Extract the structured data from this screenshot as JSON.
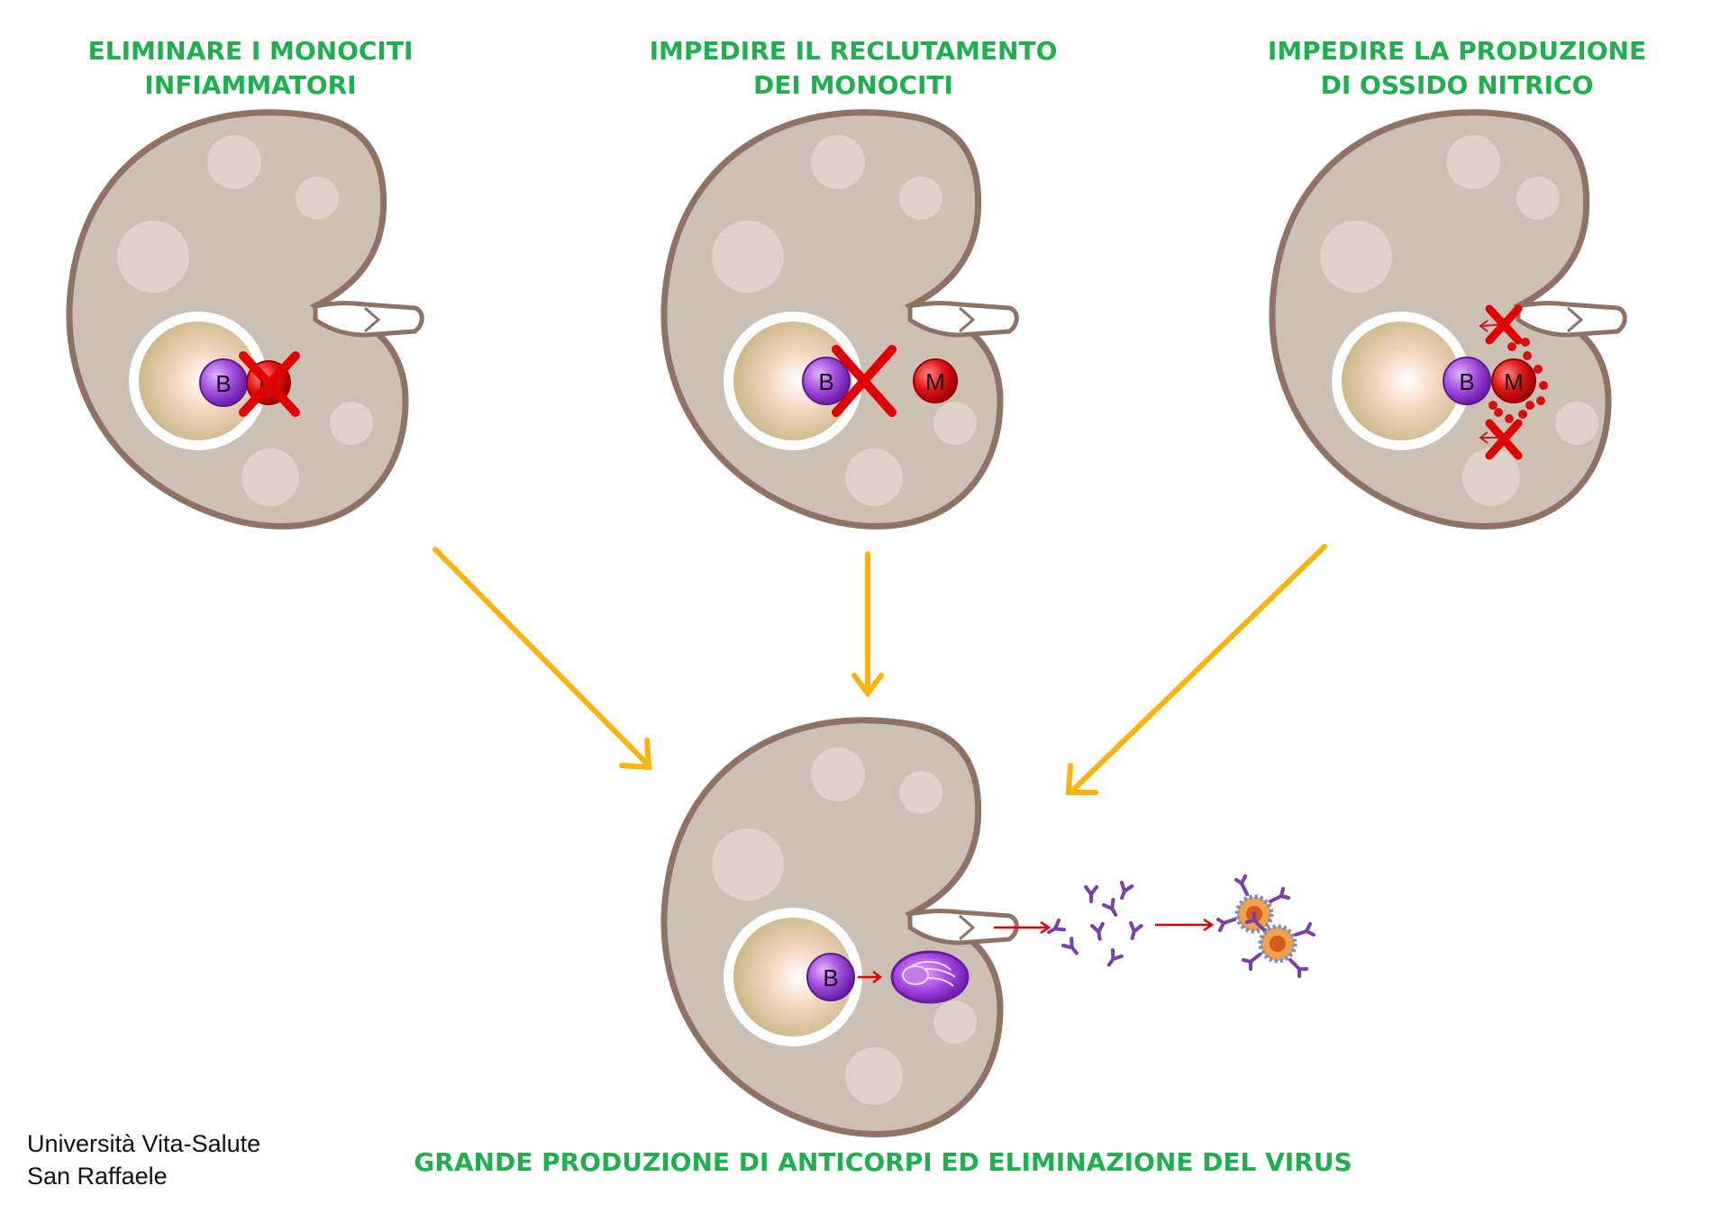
{
  "panels": [
    {
      "title": "ELIMINARE I MONOCITI\nINFIAMMATORI"
    },
    {
      "title": "IMPEDIRE IL RECLUTAMENTO\nDEI MONOCITI"
    },
    {
      "title": "IMPEDIRE LA PRODUZIONE\nDI OSSIDO NITRICO"
    }
  ],
  "result_title": "GRANDE PRODUZIONE DI ANTICORPI ED ELIMINAZIONE DEL VIRUS",
  "cell_labels": {
    "b_cell": "B",
    "monocyte": "M"
  },
  "credit": {
    "line1": "Università Vita-Salute",
    "line2": "San Raffaele"
  },
  "colors": {
    "title_green": "#1eb04d",
    "arrow_yellow": "#fbb40a",
    "node_fill": "#ccbfb3",
    "node_outline": "#8e7264",
    "b_cell_purple": "#9b3fd6",
    "monocyte_red": "#d80f0f",
    "cross_red": "#e00000",
    "antibody_purple": "#7a3fa8"
  },
  "icons": [
    "lymph-node",
    "germinal-center",
    "b-cell",
    "monocyte",
    "red-cross-icon",
    "plasma-cell",
    "antibody-icon",
    "virus-icon",
    "nitric-oxide-dots"
  ]
}
